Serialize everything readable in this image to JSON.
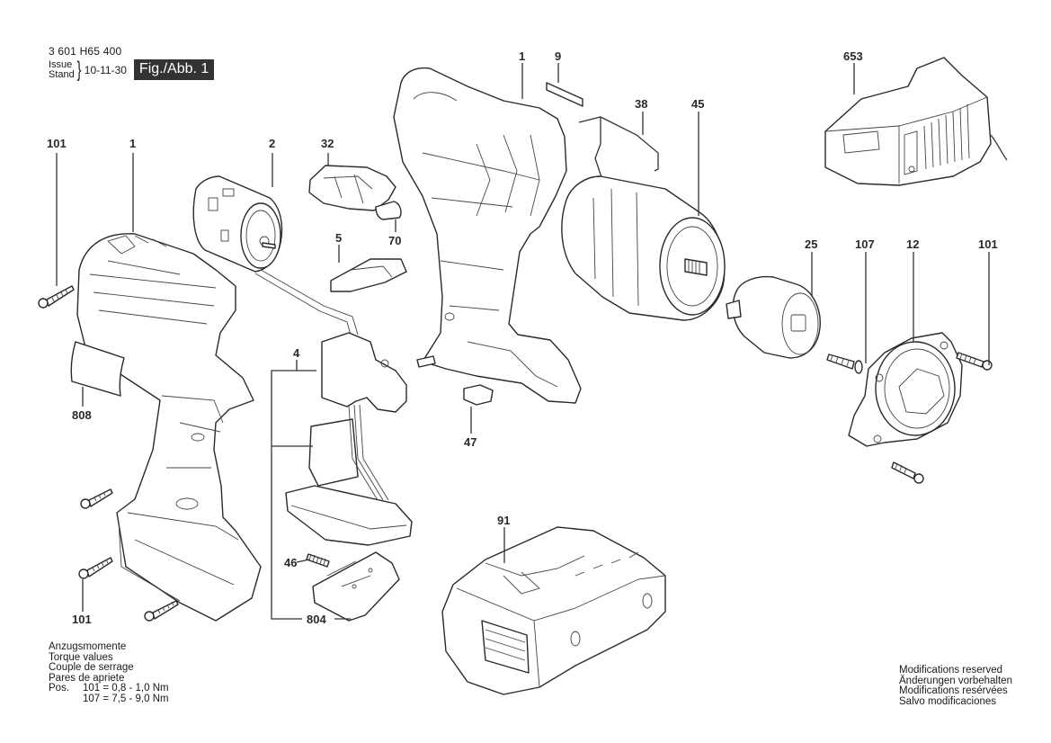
{
  "header": {
    "doc_number": "3 601 H65 400",
    "issue_label": "Issue",
    "stand_label": "Stand",
    "issue_date": "10-11-30",
    "figure_label": "Fig./Abb. 1"
  },
  "parts": [
    {
      "id": "p101a",
      "number": "101",
      "name": "screw"
    },
    {
      "id": "p1a",
      "number": "1",
      "name": "housing-half-left"
    },
    {
      "id": "p2",
      "number": "2",
      "name": "motor"
    },
    {
      "id": "p32",
      "number": "32",
      "name": "switch-cover"
    },
    {
      "id": "p5",
      "number": "5",
      "name": "slide"
    },
    {
      "id": "p70",
      "number": "70",
      "name": "clip"
    },
    {
      "id": "p1b",
      "number": "1",
      "name": "housing-half-right"
    },
    {
      "id": "p9",
      "number": "9",
      "name": "label-plate"
    },
    {
      "id": "p38",
      "number": "38",
      "name": "wire-spring"
    },
    {
      "id": "p45",
      "number": "45",
      "name": "gearbox"
    },
    {
      "id": "p653",
      "number": "653",
      "name": "charger"
    },
    {
      "id": "p25",
      "number": "25",
      "name": "chuck"
    },
    {
      "id": "p107",
      "number": "107",
      "name": "chuck-screw"
    },
    {
      "id": "p12",
      "number": "12",
      "name": "front-flange"
    },
    {
      "id": "p101b",
      "number": "101",
      "name": "screw"
    },
    {
      "id": "p808",
      "number": "808",
      "name": "nameplate"
    },
    {
      "id": "p4",
      "number": "4",
      "name": "switch-electronics"
    },
    {
      "id": "p47",
      "number": "47",
      "name": "latch"
    },
    {
      "id": "p46",
      "number": "46",
      "name": "spring"
    },
    {
      "id": "p804",
      "number": "804",
      "name": "contact-plate"
    },
    {
      "id": "p91",
      "number": "91",
      "name": "battery-pack"
    },
    {
      "id": "p101c",
      "number": "101",
      "name": "screw"
    }
  ],
  "labels": {
    "p101a": "101",
    "p1a": "1",
    "p2": "2",
    "p32": "32",
    "p5": "5",
    "p70": "70",
    "p1b": "1",
    "p9": "9",
    "p38": "38",
    "p45": "45",
    "p653": "653",
    "p25": "25",
    "p107": "107",
    "p12": "12",
    "p101b": "101",
    "p808": "808",
    "p4": "4",
    "p47": "47",
    "p46": "46",
    "p804": "804",
    "p91": "91",
    "p101c": "101"
  },
  "torque": {
    "lines": [
      "Anzugsmomente",
      "Torque values",
      "Couple de serrage",
      "Pares de apriete"
    ],
    "pos_label": "Pos.",
    "values": [
      {
        "pos": "101",
        "value": "= 0,8 - 1,0 Nm"
      },
      {
        "pos": "107",
        "value": "= 7,5 - 9,0 Nm"
      }
    ]
  },
  "modifications": [
    "Modifications reserved",
    "Änderungen vorbehalten",
    "Modifications resérvées",
    "Salvo modificaciones"
  ]
}
